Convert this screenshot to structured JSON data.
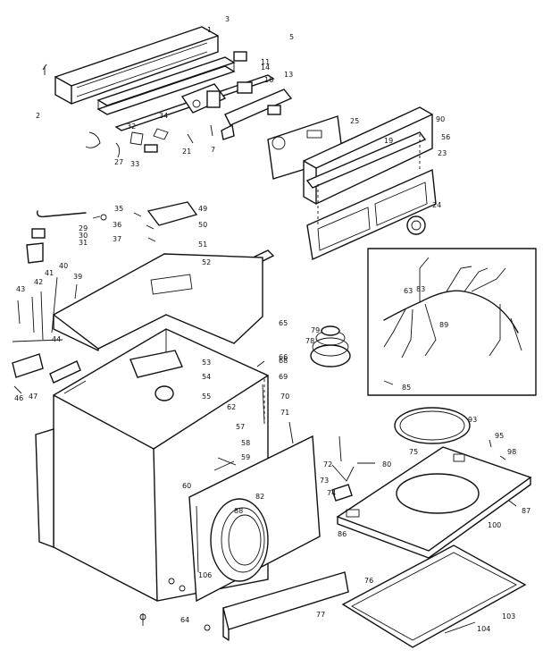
{
  "diagram": {
    "parts": [
      {
        "id": "p1",
        "label": "1"
      },
      {
        "id": "p2",
        "label": "2"
      },
      {
        "id": "p3",
        "label": "3"
      },
      {
        "id": "p5",
        "label": "5"
      },
      {
        "id": "p7",
        "label": "7"
      },
      {
        "id": "p11",
        "label": "11"
      },
      {
        "id": "p13",
        "label": "13"
      },
      {
        "id": "p14",
        "label": "14"
      },
      {
        "id": "p16",
        "label": "16"
      },
      {
        "id": "p19",
        "label": "19"
      },
      {
        "id": "p21",
        "label": "21"
      },
      {
        "id": "p23",
        "label": "23"
      },
      {
        "id": "p24",
        "label": "24"
      },
      {
        "id": "p25",
        "label": "25"
      },
      {
        "id": "p27",
        "label": "27"
      },
      {
        "id": "p29",
        "label": "29"
      },
      {
        "id": "p30",
        "label": "30"
      },
      {
        "id": "p31",
        "label": "31"
      },
      {
        "id": "p32",
        "label": "32"
      },
      {
        "id": "p33",
        "label": "33"
      },
      {
        "id": "p34",
        "label": "34"
      },
      {
        "id": "p35",
        "label": "35"
      },
      {
        "id": "p36",
        "label": "36"
      },
      {
        "id": "p37",
        "label": "37"
      },
      {
        "id": "p39",
        "label": "39"
      },
      {
        "id": "p40",
        "label": "40"
      },
      {
        "id": "p41",
        "label": "41"
      },
      {
        "id": "p42",
        "label": "42"
      },
      {
        "id": "p43",
        "label": "43"
      },
      {
        "id": "p44",
        "label": "44"
      },
      {
        "id": "p46",
        "label": "46"
      },
      {
        "id": "p47",
        "label": "47"
      },
      {
        "id": "p49",
        "label": "49"
      },
      {
        "id": "p50",
        "label": "50"
      },
      {
        "id": "p51",
        "label": "51"
      },
      {
        "id": "p52",
        "label": "52"
      },
      {
        "id": "p53",
        "label": "53"
      },
      {
        "id": "p54",
        "label": "54"
      },
      {
        "id": "p55",
        "label": "55"
      },
      {
        "id": "p56",
        "label": "56"
      },
      {
        "id": "p57",
        "label": "57"
      },
      {
        "id": "p58",
        "label": "58"
      },
      {
        "id": "p59",
        "label": "59"
      },
      {
        "id": "p60",
        "label": "60"
      },
      {
        "id": "p62",
        "label": "62"
      },
      {
        "id": "p63",
        "label": "63"
      },
      {
        "id": "p64",
        "label": "64"
      },
      {
        "id": "p65",
        "label": "65"
      },
      {
        "id": "p66",
        "label": "66"
      },
      {
        "id": "p68",
        "label": "68"
      },
      {
        "id": "p69",
        "label": "69"
      },
      {
        "id": "p70",
        "label": "70"
      },
      {
        "id": "p71",
        "label": "71"
      },
      {
        "id": "p72",
        "label": "72"
      },
      {
        "id": "p73",
        "label": "73"
      },
      {
        "id": "p74",
        "label": "74"
      },
      {
        "id": "p75",
        "label": "75"
      },
      {
        "id": "p76",
        "label": "76"
      },
      {
        "id": "p77",
        "label": "77"
      },
      {
        "id": "p78",
        "label": "78"
      },
      {
        "id": "p79",
        "label": "79"
      },
      {
        "id": "p80",
        "label": "80"
      },
      {
        "id": "p82",
        "label": "82"
      },
      {
        "id": "p83",
        "label": "83"
      },
      {
        "id": "p85",
        "label": "85"
      },
      {
        "id": "p86",
        "label": "86"
      },
      {
        "id": "p87",
        "label": "87"
      },
      {
        "id": "p88",
        "label": "88"
      },
      {
        "id": "p89",
        "label": "89"
      },
      {
        "id": "p90",
        "label": "90"
      },
      {
        "id": "p93",
        "label": "93"
      },
      {
        "id": "p95",
        "label": "95"
      },
      {
        "id": "p98",
        "label": "98"
      },
      {
        "id": "p100",
        "label": "100"
      },
      {
        "id": "p103",
        "label": "103"
      },
      {
        "id": "p104",
        "label": "104"
      },
      {
        "id": "p106",
        "label": "106"
      }
    ]
  }
}
